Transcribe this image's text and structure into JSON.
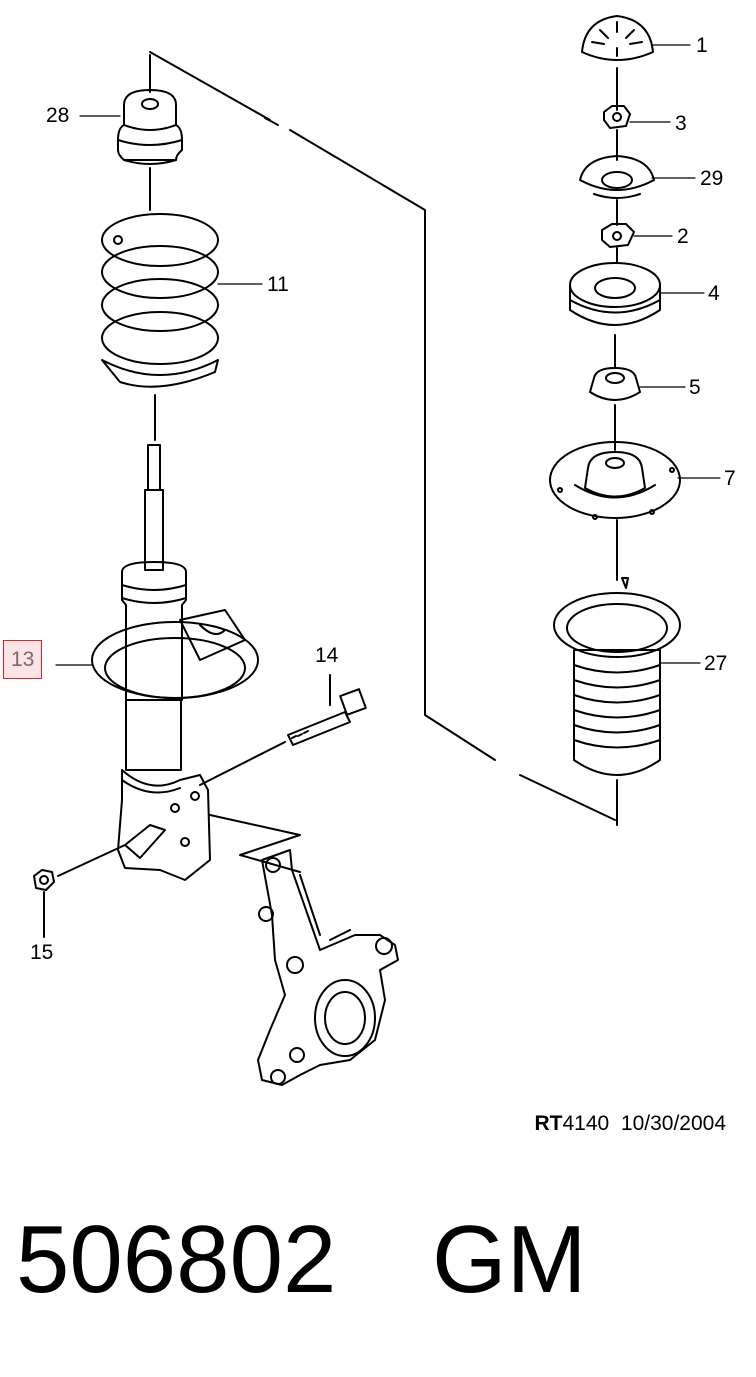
{
  "callouts": {
    "c1": "1",
    "c3": "3",
    "c29": "29",
    "c2": "2",
    "c4": "4",
    "c5": "5",
    "c7": "7",
    "c27": "27",
    "c28": "28",
    "c11": "11",
    "c13": "13",
    "c14": "14",
    "c15": "15"
  },
  "caption": {
    "code_prefix": "RT",
    "code_number": "4140",
    "date": "10/30/2004"
  },
  "footer": {
    "part_number": "506802",
    "brand": "GM"
  },
  "colors": {
    "highlight_border": "#e0242b",
    "highlight_fill": "#fde3e5",
    "line": "#000000"
  }
}
